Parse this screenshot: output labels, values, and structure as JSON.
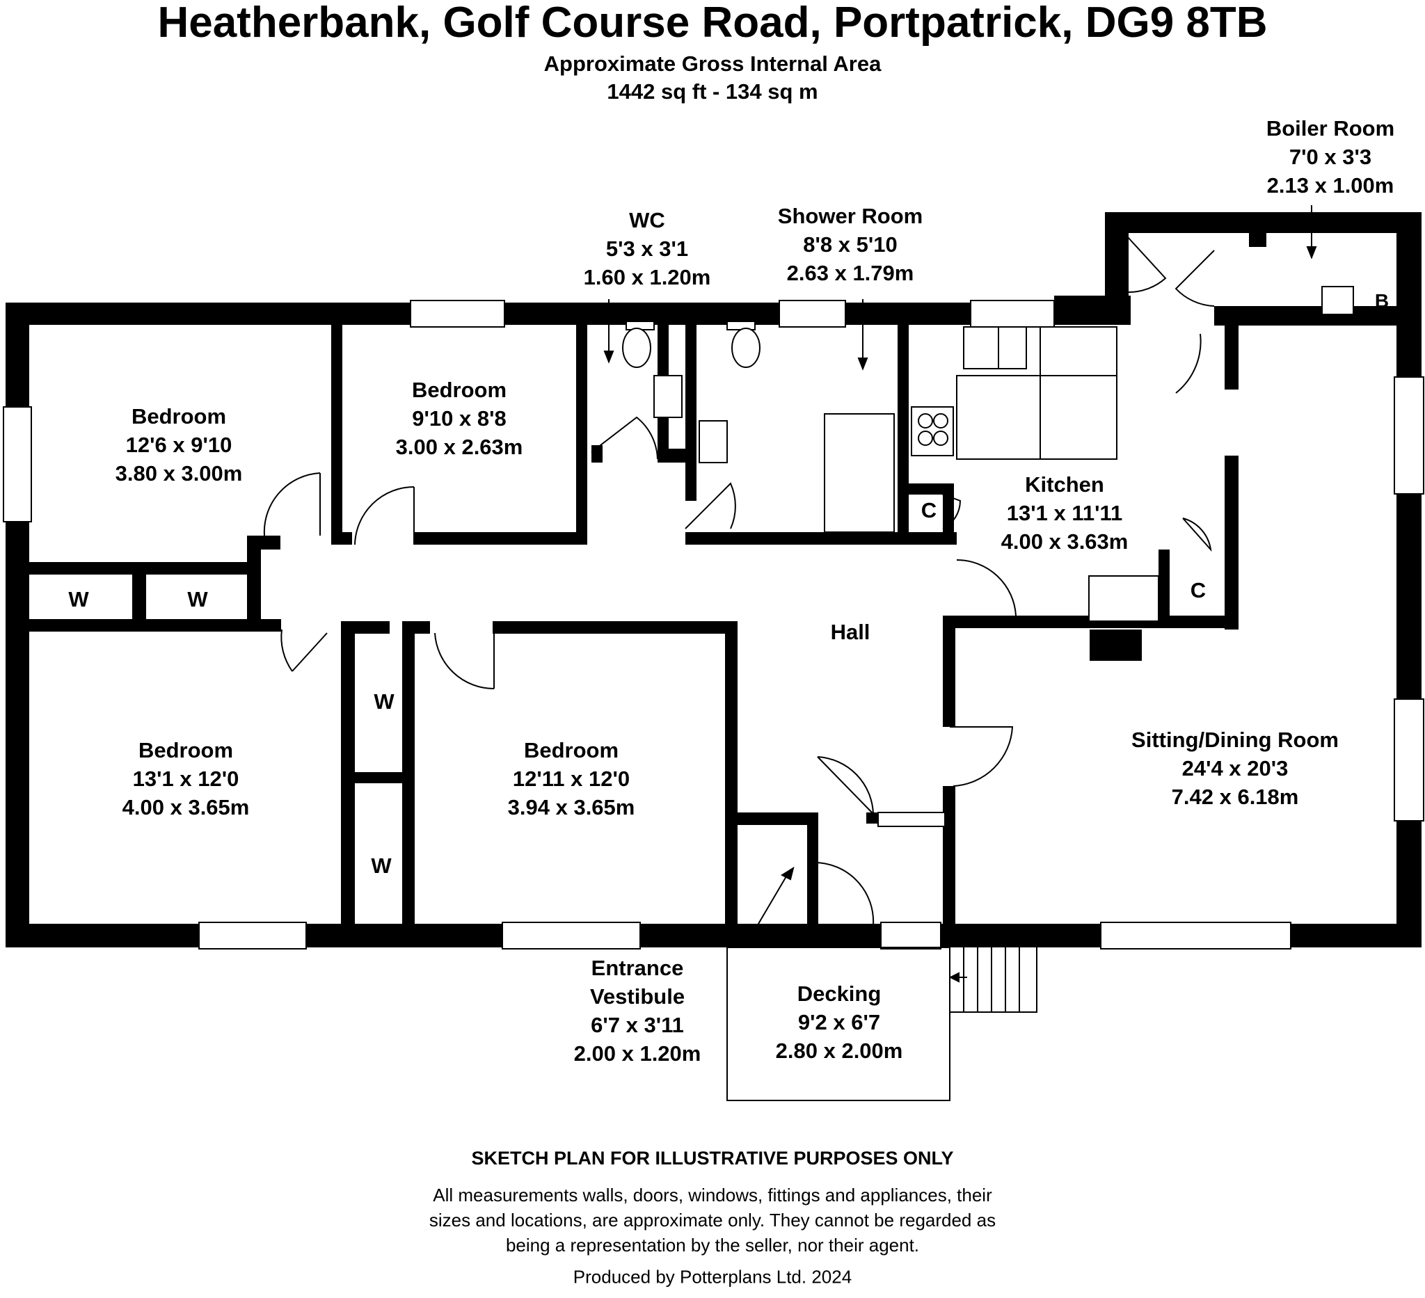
{
  "header": {
    "title": "Heatherbank, Golf Course Road, Portpatrick, DG9 8TB",
    "area_label": "Approximate Gross Internal Area",
    "area_value": "1442 sq ft - 134 sq m"
  },
  "rooms": {
    "bedroom1": {
      "name": "Bedroom",
      "imperial": "12'6 x 9'10",
      "metric": "3.80 x 3.00m"
    },
    "bedroom2": {
      "name": "Bedroom",
      "imperial": "9'10 x 8'8",
      "metric": "3.00 x 2.63m"
    },
    "wc": {
      "name": "WC",
      "imperial": "5'3 x 3'1",
      "metric": "1.60 x 1.20m"
    },
    "shower": {
      "name": "Shower Room",
      "imperial": "8'8 x 5'10",
      "metric": "2.63 x 1.79m"
    },
    "boiler": {
      "name": "Boiler Room",
      "imperial": "7'0 x 3'3",
      "metric": "2.13 x 1.00m"
    },
    "kitchen": {
      "name": "Kitchen",
      "imperial": "13'1 x 11'11",
      "metric": "4.00 x 3.63m"
    },
    "hall": {
      "name": "Hall"
    },
    "bedroom3": {
      "name": "Bedroom",
      "imperial": "13'1 x 12'0",
      "metric": "4.00 x 3.65m"
    },
    "bedroom4": {
      "name": "Bedroom",
      "imperial": "12'11 x 12'0",
      "metric": "3.94 x 3.65m"
    },
    "sitting": {
      "name": "Sitting/Dining Room",
      "imperial": "24'4 x 20'3",
      "metric": "7.42 x 6.18m"
    },
    "vestibule": {
      "name_line1": "Entrance",
      "name_line2": "Vestibule",
      "imperial": "6'7 x 3'11",
      "metric": "2.00 x 1.20m"
    },
    "decking": {
      "name": "Decking",
      "imperial": "9'2 x 6'7",
      "metric": "2.80 x 2.00m"
    }
  },
  "tags": {
    "wardrobe": "W",
    "cupboard": "C",
    "boiler": "B"
  },
  "footer": {
    "notice": "SKETCH PLAN FOR ILLUSTRATIVE PURPOSES ONLY",
    "disclaimer_line1": "All measurements walls, doors, windows, fittings and appliances, their",
    "disclaimer_line2": "sizes and locations, are approximate only. They cannot be regarded as",
    "disclaimer_line3": "being a representation by the seller, nor their agent.",
    "producer": "Produced by Potterplans Ltd. 2024"
  }
}
